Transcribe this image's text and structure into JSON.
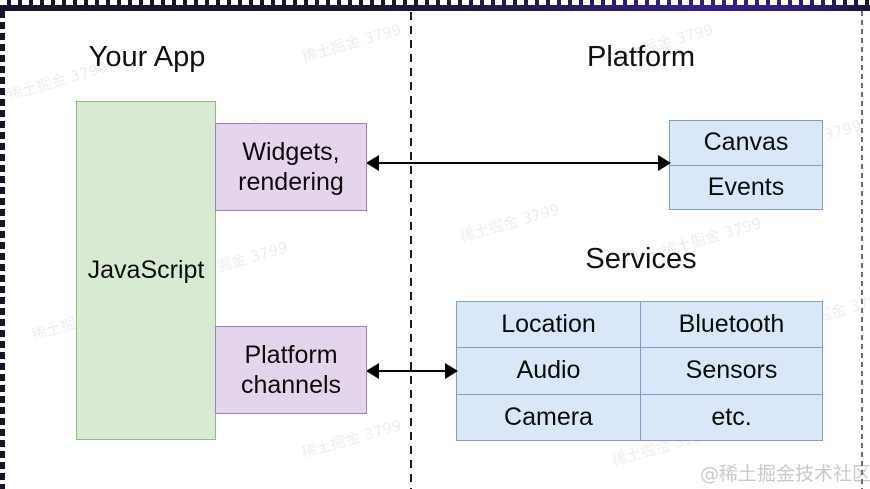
{
  "diagram": {
    "title_left": "Your App",
    "title_right": "Platform",
    "title_services": "Services",
    "app_runtime_box": "JavaScript",
    "widgets_box": "Widgets,\nrendering",
    "widgets_box_line1": "Widgets,",
    "widgets_box_line2": "rendering",
    "channels_box_line1": "Platform",
    "channels_box_line2": "channels",
    "platform_stack": [
      {
        "label": "Canvas"
      },
      {
        "label": "Events"
      }
    ],
    "services_rows": [
      {
        "left": "Location",
        "right": "Bluetooth"
      },
      {
        "left": "Audio",
        "right": "Sensors"
      },
      {
        "left": "Camera",
        "right": "etc."
      }
    ],
    "arrows": [
      {
        "name": "widgets-to-canvas",
        "type": "double-headed"
      },
      {
        "name": "channels-to-services",
        "type": "double-headed"
      }
    ],
    "colors": {
      "app_box_fill": "#d9ead3",
      "app_box_border": "#8fbd82",
      "bridge_box_fill": "#e4d5ec",
      "bridge_box_border": "#9b84bb",
      "platform_box_fill": "#dae7f8",
      "platform_box_border": "#7f9fc9",
      "arrow": "#000000",
      "divider": "#1d1d1d",
      "top_strip_start": "#17132a",
      "top_strip_end": "#33208e"
    }
  },
  "watermark": {
    "brand": "@稀土掘金技术社区",
    "tile": "稀土掘金 3799"
  }
}
